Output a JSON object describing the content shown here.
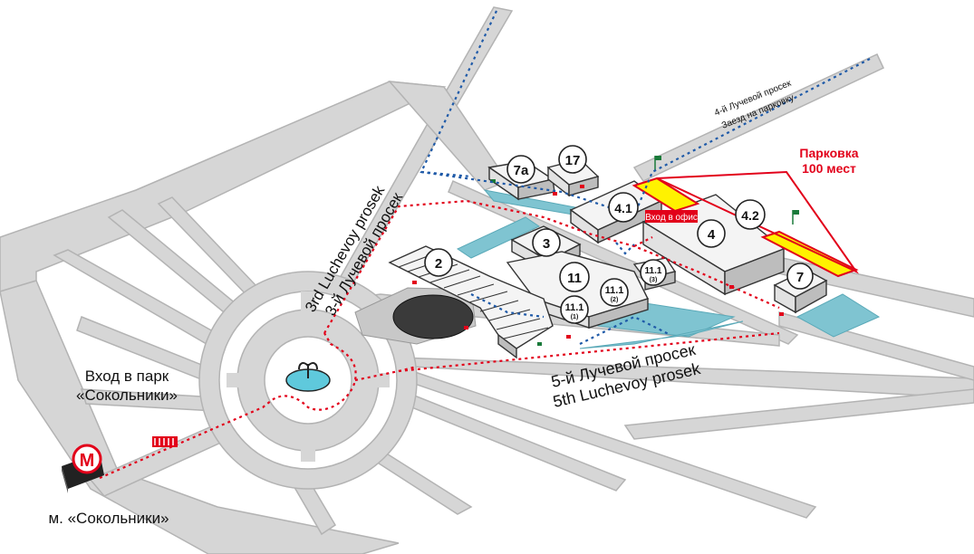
{
  "labels": {
    "park_entrance_line1": "Вход в парк",
    "park_entrance_line2": "«Сокольники»",
    "metro_station": "м. «Сокольники»",
    "street3_en": "3rd Luchevoy prosek",
    "street3_ru": "3-й Лучевой просек",
    "street5_ru": "5-й Лучевой просек",
    "street5_en": "5th Luchevoy prosek",
    "street4_line1": "4-й Лучевой просек",
    "street4_line2": "Заезд на парковку",
    "parking_line1": "Парковка",
    "parking_line2": "100 мест",
    "office_entrance": "Вход в офис",
    "metro_symbol": "M"
  },
  "pavilions": [
    {
      "id": "7a",
      "label": "7а"
    },
    {
      "id": "17",
      "label": "17"
    },
    {
      "id": "4.1",
      "label": "4.1"
    },
    {
      "id": "4",
      "label": "4"
    },
    {
      "id": "4.2",
      "label": "4.2"
    },
    {
      "id": "3",
      "label": "3"
    },
    {
      "id": "2",
      "label": "2"
    },
    {
      "id": "11",
      "label": "11"
    },
    {
      "id": "11.1-1",
      "label": "11.1",
      "sub": "(1)"
    },
    {
      "id": "11.1-2",
      "label": "11.1",
      "sub": "(2)"
    },
    {
      "id": "11.1-3",
      "label": "11.1",
      "sub": "(3)"
    },
    {
      "id": "7",
      "label": "7"
    }
  ],
  "colors": {
    "walking_route": "#e2001a",
    "car_route": "#1f5aa8",
    "parking": "#fff200",
    "water": "#7fc4d1",
    "roads": "#d6d6d6",
    "metro": "#e2001a"
  },
  "icons": [
    "metro-icon",
    "fountain-icon",
    "flag-icon",
    "turnstile-icon"
  ]
}
